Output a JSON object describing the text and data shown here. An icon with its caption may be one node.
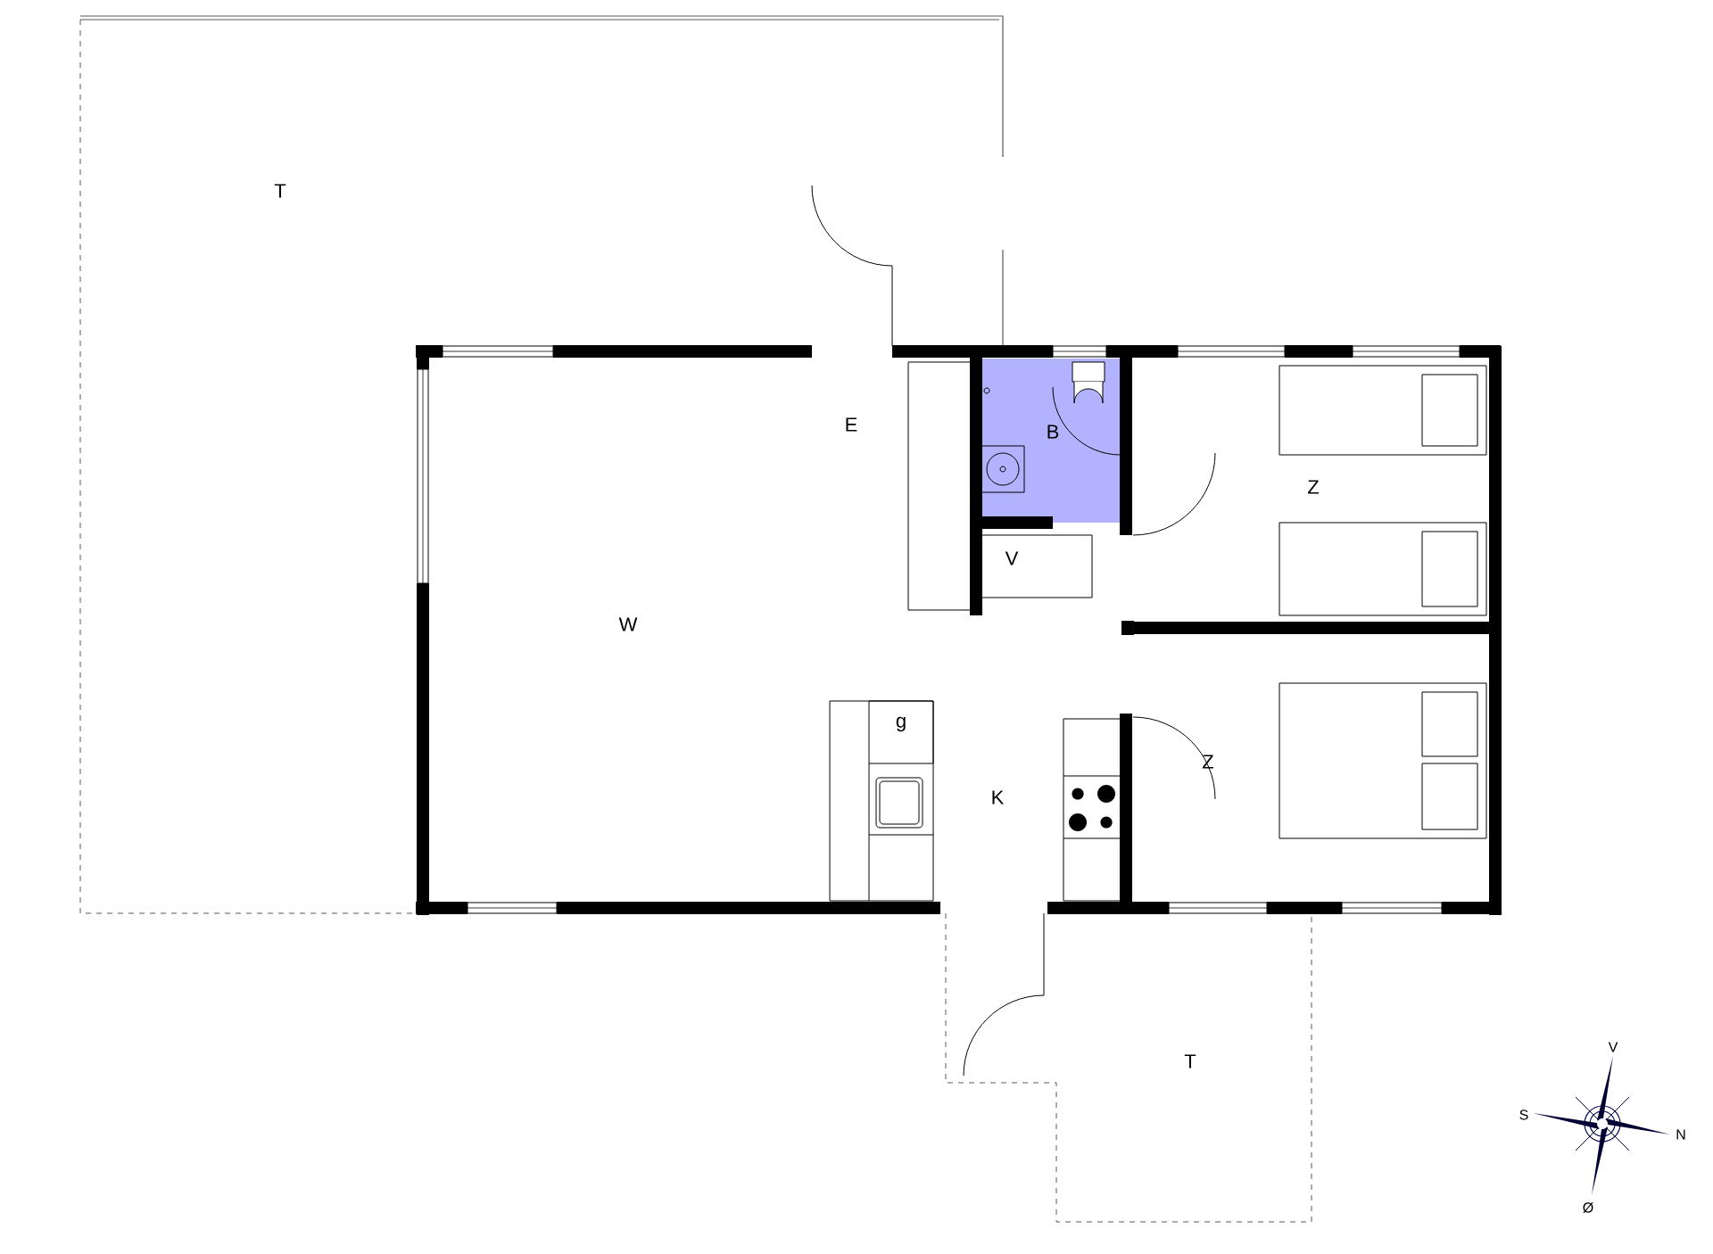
{
  "diagram": {
    "labels": [
      "T",
      "E",
      "B",
      "Z",
      "V",
      "W",
      "g",
      "K",
      "Z",
      "T",
      "V",
      "S",
      "N",
      "Ø"
    ]
  }
}
